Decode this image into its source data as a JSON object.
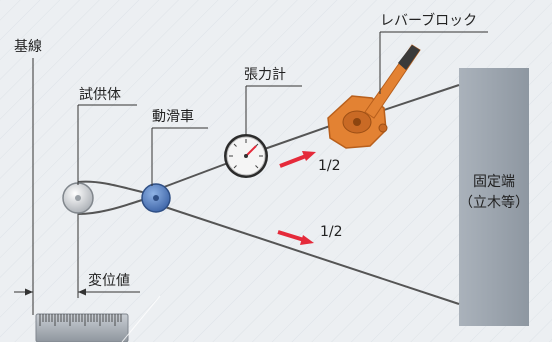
{
  "labels": {
    "baseline": "基線",
    "specimen": "試供体",
    "moving_pulley": "動滑車",
    "tension_meter": "張力計",
    "lever_block": "レバーブロック",
    "fixed_end_line1": "固定端",
    "fixed_end_line2": "（立木等）",
    "displacement": "変位値",
    "ratio_upper": "1/2",
    "ratio_lower": "1/2"
  },
  "colors": {
    "background": "#eceff2",
    "lever_block": "#e38233",
    "arrow": "#e52a3a",
    "pulley": "#4f78b8",
    "wall": "#9aa3ad",
    "rope": "#555555"
  },
  "icons": {
    "gauge": "dial-gauge-icon",
    "ruler": "ruler-icon",
    "arrow": "red-arrow-icon"
  }
}
